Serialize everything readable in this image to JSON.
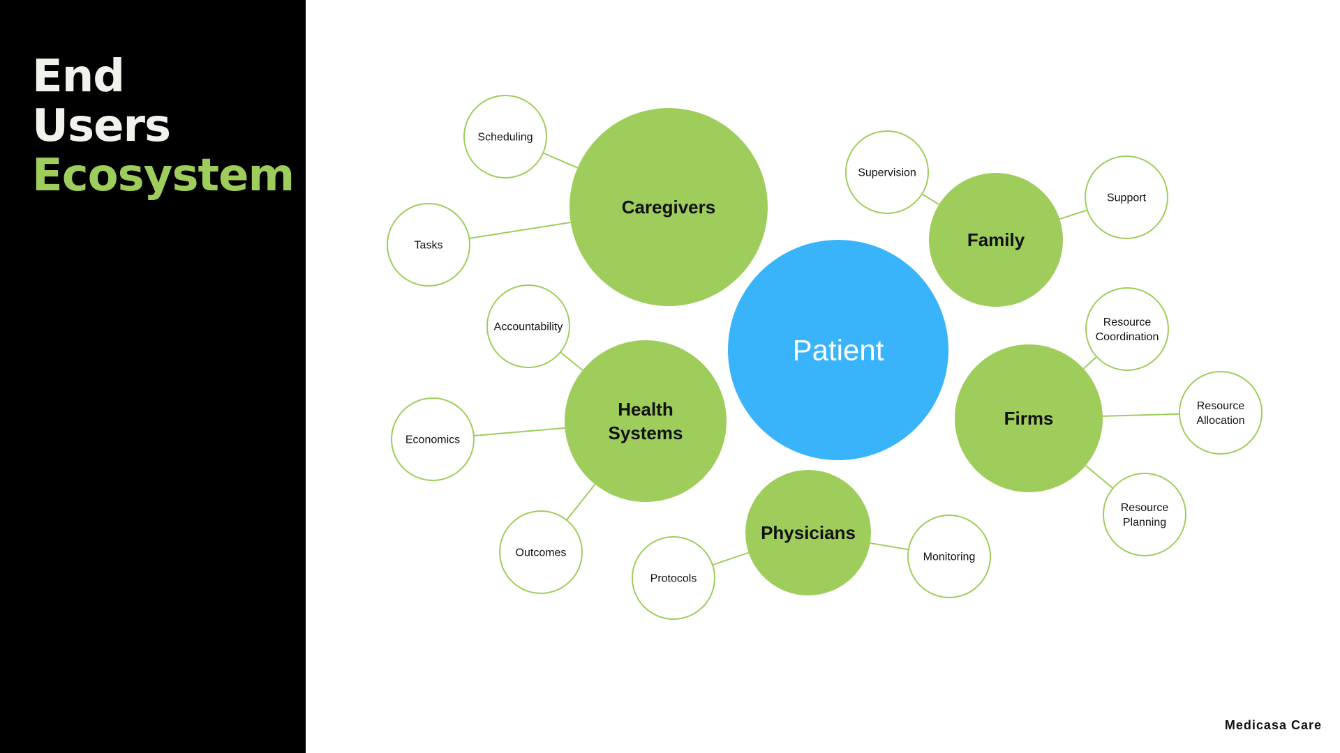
{
  "title": {
    "line1": "End",
    "line2": "Users",
    "line3": "Ecosystem"
  },
  "colors": {
    "accent_green": "#9ecd5c",
    "center_blue": "#39b4fb",
    "panel_black": "#000000",
    "title_white": "#f2f2ec",
    "leaf_stroke": "#9ecd5c"
  },
  "diagram": {
    "center": {
      "label": "Patient"
    },
    "groups": [
      {
        "label": "Caregivers",
        "leaves": [
          "Scheduling",
          "Tasks"
        ]
      },
      {
        "label": "Family",
        "leaves": [
          "Supervision",
          "Support"
        ]
      },
      {
        "label": "Health Systems",
        "leaves": [
          "Accountability",
          "Economics",
          "Outcomes"
        ]
      },
      {
        "label": "Firms",
        "leaves": [
          "Resource Coordination",
          "Resource Allocation",
          "Resource Planning"
        ]
      },
      {
        "label": "Physicians",
        "leaves": [
          "Protocols",
          "Monitoring"
        ]
      }
    ]
  },
  "footer": {
    "brand": "Medicasa Care"
  }
}
